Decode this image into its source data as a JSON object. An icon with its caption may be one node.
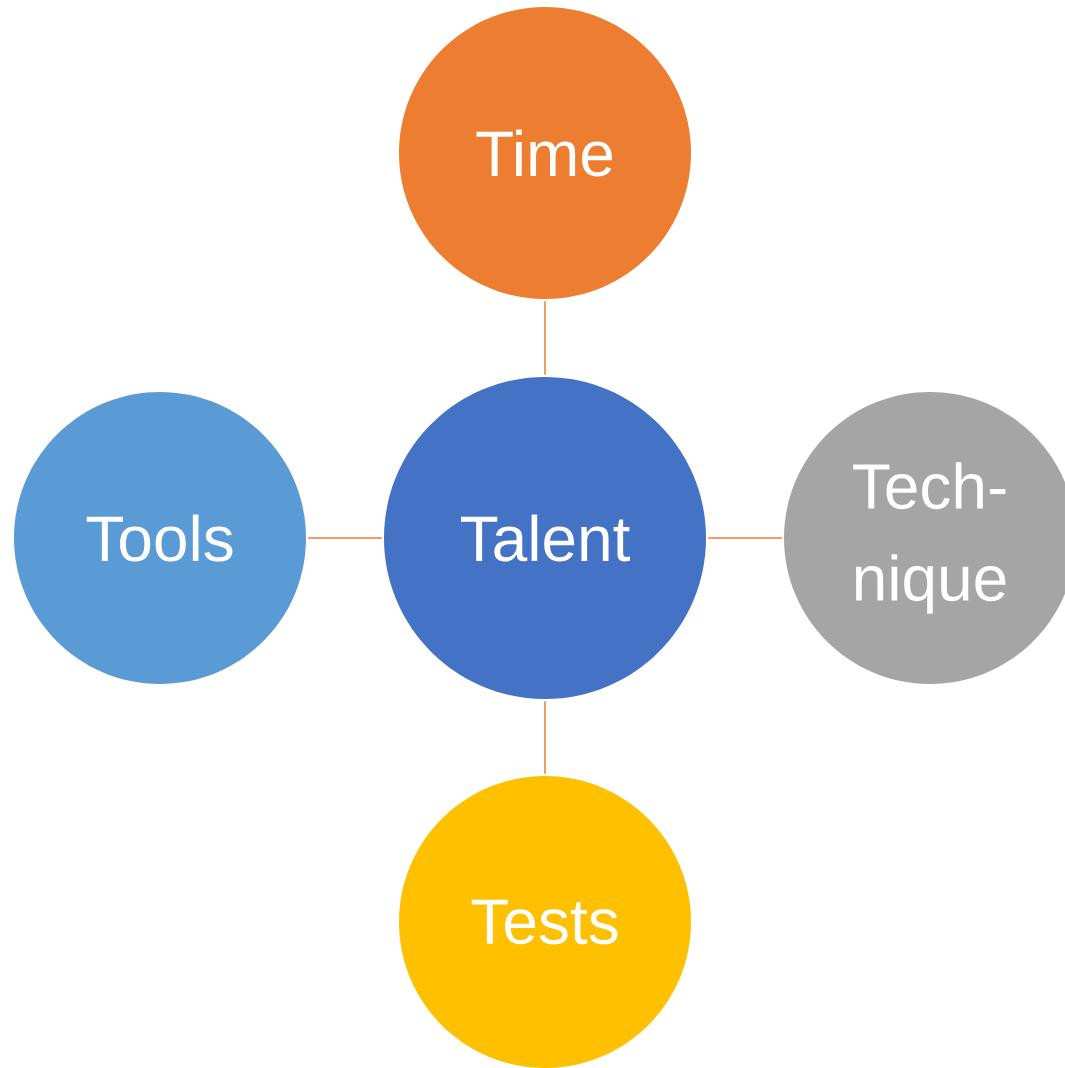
{
  "diagram": {
    "nodes": [
      {
        "text": [
          "Time"
        ]
      },
      {
        "text": [
          "Tools"
        ]
      },
      {
        "text": [
          "Talent"
        ]
      },
      {
        "text": [
          "Tech- nique"
        ]
      },
      {
        "text": [
          "Tests"
        ]
      }
    ],
    "edges": [
      {
        "from": 2,
        "to": 0,
        "arrow": "none"
      },
      {
        "from": 1,
        "to": 2,
        "arrow": "none"
      },
      {
        "from": 2,
        "to": 3,
        "arrow": "none"
      },
      {
        "from": 2,
        "to": 4,
        "arrow": "none"
      }
    ]
  }
}
